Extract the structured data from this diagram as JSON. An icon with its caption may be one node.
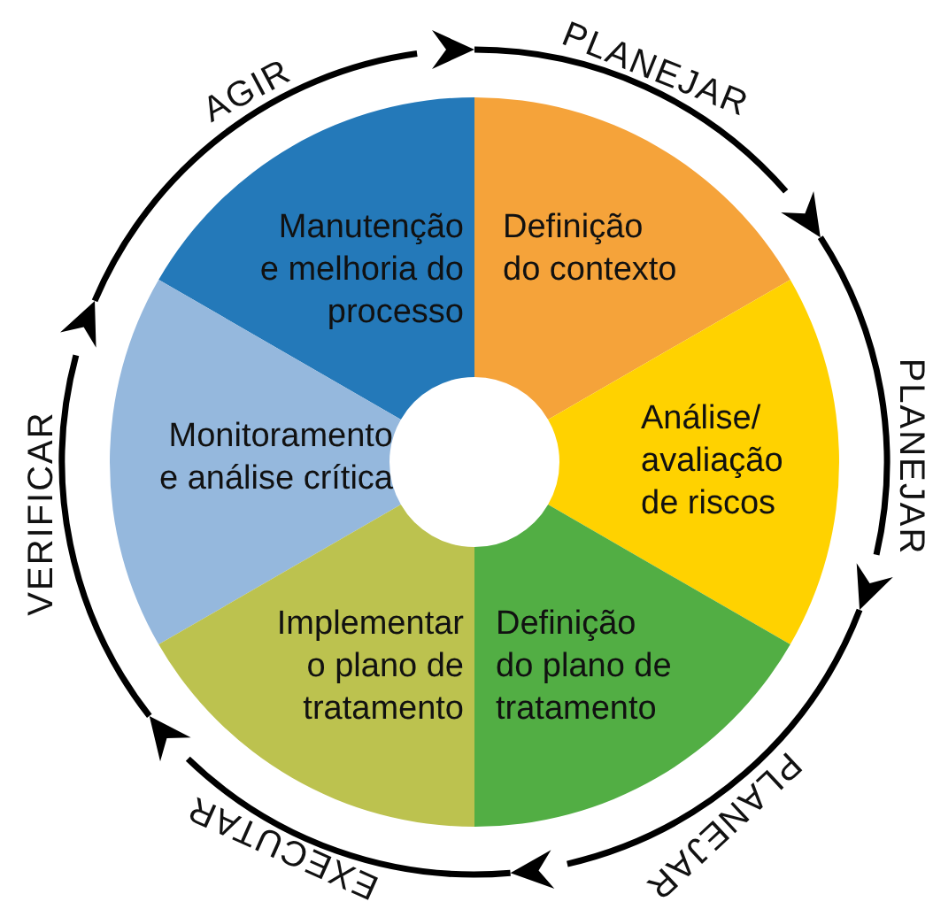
{
  "diagram": {
    "nodes": [
      {
        "text": [
          "Manutenção e melhoria do processo"
        ]
      },
      {
        "text": [
          "Definição do contexto"
        ]
      },
      {
        "text": [
          "Monitoramento e análise crítica"
        ]
      },
      {
        "text": [
          "Análise/ avaliação de riscos"
        ]
      },
      {
        "text": [
          "Implementar o plano de tratamento"
        ]
      },
      {
        "text": [
          "Definição do plano de tratamento"
        ]
      }
    ],
    "labels": [
      "AGIR",
      "PLANEJAR",
      "PLANEJAR",
      "VERIFICAR",
      "PLANEJAR",
      "EXECUTAR"
    ]
  }
}
